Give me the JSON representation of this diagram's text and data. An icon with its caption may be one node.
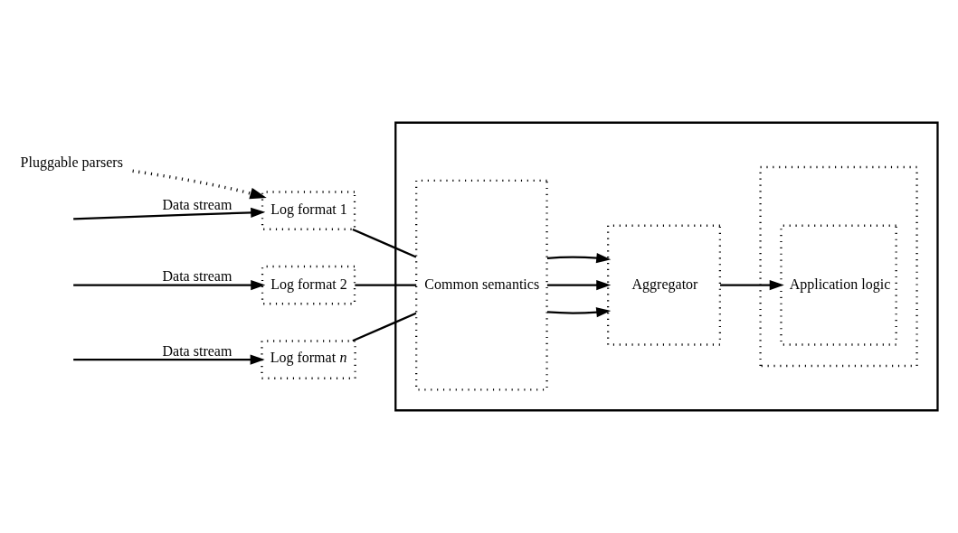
{
  "diagram": {
    "nodes": [
      {
        "text": [],
        "shape": "box"
      },
      {
        "text": [
          "Pluggable parsers"
        ]
      },
      {
        "text": [
          "Log format 1"
        ]
      },
      {
        "text": [
          "Log format 2"
        ]
      },
      {
        "text": [
          "Log format *n*"
        ]
      },
      {
        "text": [
          "Common semantics"
        ],
        "in": 0
      },
      {
        "text": [],
        "shape": "box",
        "in": 0
      },
      {
        "text": [
          "Aggregator"
        ],
        "in": 0
      },
      {
        "text": [
          "Application logic"
        ],
        "in": 6
      }
    ],
    "edges": [
      {
        "from": null,
        "to": 2,
        "arrow": "to",
        "label": "Data stream"
      },
      {
        "from": null,
        "to": 3,
        "arrow": "to",
        "label": "Data stream"
      },
      {
        "from": null,
        "to": 4,
        "arrow": "to",
        "label": "Data stream"
      },
      {
        "from": 1,
        "to": 2,
        "arrow": "to",
        "style": "dashed"
      },
      {
        "from": 2,
        "to": 5,
        "arrow": "none"
      },
      {
        "from": 3,
        "to": 5,
        "arrow": "none"
      },
      {
        "from": 4,
        "to": 5,
        "arrow": "none"
      },
      {
        "from": 5,
        "to": 7,
        "arrow": "to"
      },
      {
        "from": 5,
        "to": 7,
        "arrow": "to"
      },
      {
        "from": 5,
        "to": 7,
        "arrow": "to"
      },
      {
        "from": 7,
        "to": 8,
        "arrow": "to"
      }
    ]
  }
}
